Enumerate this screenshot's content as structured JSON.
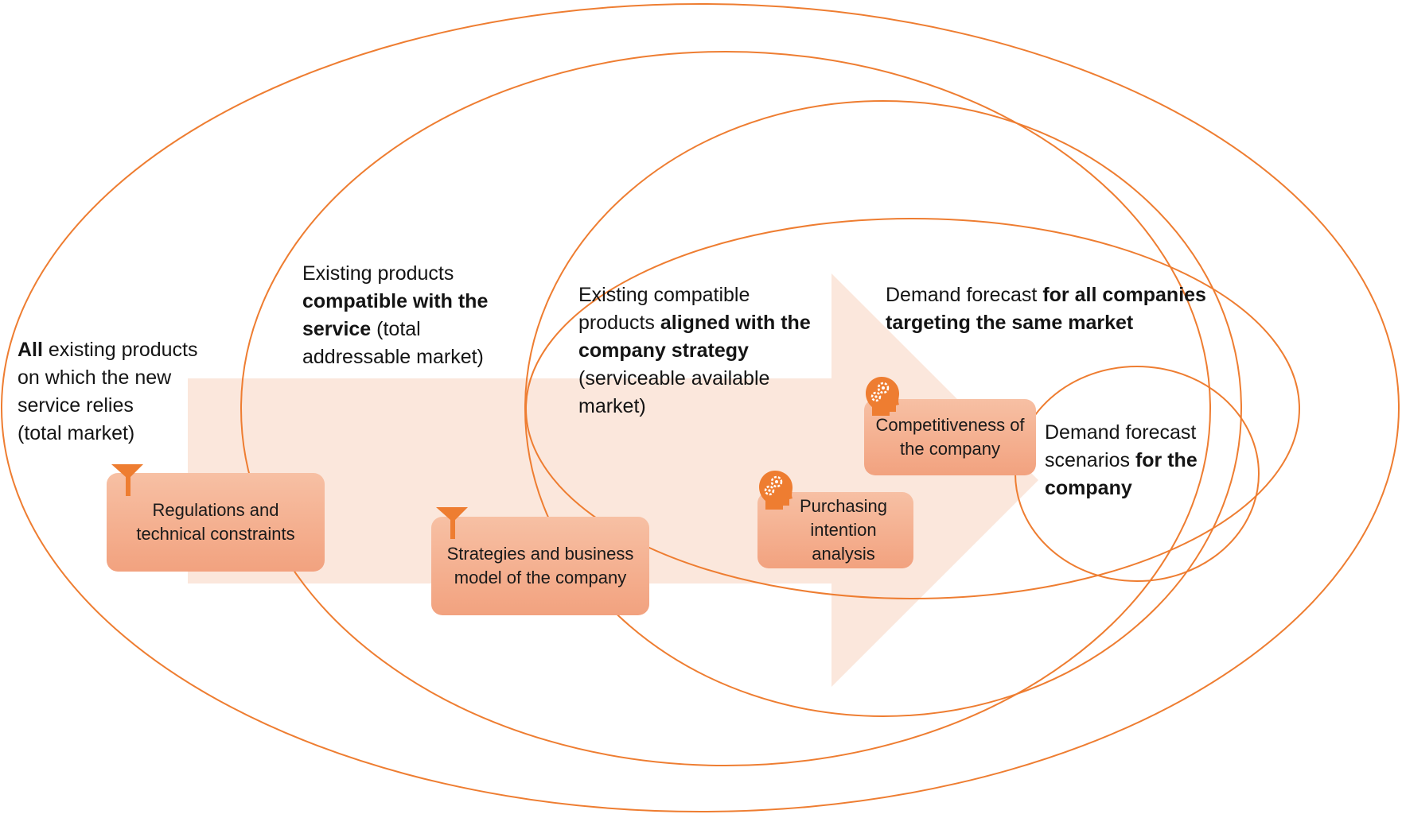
{
  "colors": {
    "ellipse_stroke": "#ee7d31",
    "arrow_fill": "#fbe7dc",
    "box_fill_top": "#f7c0a4",
    "box_fill_bottom": "#f2a27f",
    "icon_fill": "#ee7d31"
  },
  "rings": {
    "total_market": {
      "bold": "All",
      "text_1": " existing products",
      "text_2": "on which the new",
      "text_3": "service relies",
      "text_4": "(total market)"
    },
    "total_addressable_market": {
      "text_1": "Existing products",
      "bold_1": "compatible with the",
      "bold_2": "service",
      "text_2": " (total",
      "text_3": "addressable market)"
    },
    "serviceable_available_market": {
      "text_1": "Existing compatible",
      "text_2": "products ",
      "bold_1": "aligned with the",
      "bold_2": "company strategy",
      "text_3": "(serviceable available",
      "text_4": "market)"
    },
    "demand_forecast_all": {
      "text_1": "Demand forecast ",
      "bold_1": "for all companies",
      "bold_2": "targeting the same market"
    },
    "demand_forecast_company": {
      "text_1": "Demand forecast",
      "text_2": "scenarios ",
      "bold_1": "for the",
      "bold_2": "company"
    }
  },
  "filters": {
    "regulations": "Regulations and technical constraints",
    "strategies": "Strategies and business model of the company",
    "purchasing": "Purchasing intention analysis",
    "competitiveness": "Competitiveness of the company"
  },
  "icons": {
    "filter": "funnel-icon",
    "analysis": "head-gears-icon"
  }
}
